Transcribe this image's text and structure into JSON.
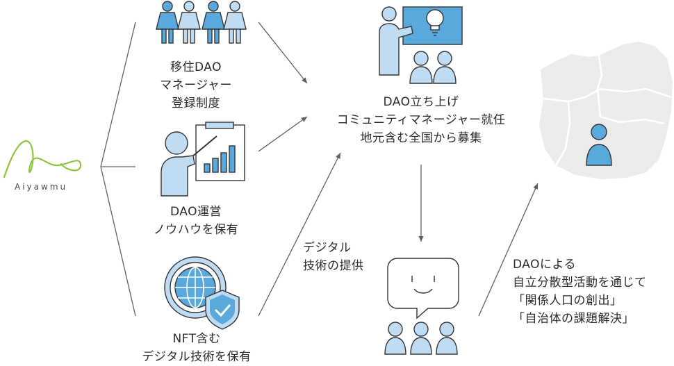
{
  "logo": {
    "text": "Aiyawmu",
    "color": "#8cc63f"
  },
  "left_column": {
    "register": {
      "lines": [
        "移住DAO",
        "マネージャー",
        "登録制度"
      ],
      "icon": "people-group-icon"
    },
    "knowhow": {
      "lines": [
        "DAO運営",
        "ノウハウを保有"
      ],
      "icon": "presenter-chart-icon"
    },
    "nft": {
      "lines": [
        "NFT含む",
        "デジタル技術を保有"
      ],
      "icon": "shield-globe-icon"
    }
  },
  "center_column": {
    "launch": {
      "lines": [
        "DAO立ち上げ",
        "コミュニティマネージャー就任",
        "地元含む全国から募集"
      ],
      "icon": "lightbulb-presentation-icon"
    },
    "digital": {
      "lines": [
        "デジタル",
        "技術の提供"
      ]
    },
    "community": {
      "icon": "speech-bubble-people-icon"
    }
  },
  "right_column": {
    "result": {
      "lines": [
        "DAOによる",
        "自立分散型活動を通じて",
        "「関係人口の創出」",
        "「自治体の課題解決」"
      ],
      "icon": "map-person-icon"
    }
  },
  "colors": {
    "accent_blue": "#5aa9dc",
    "light_blue": "#bfdcf3",
    "line": "#606060",
    "map_gray": "#ebebeb"
  }
}
